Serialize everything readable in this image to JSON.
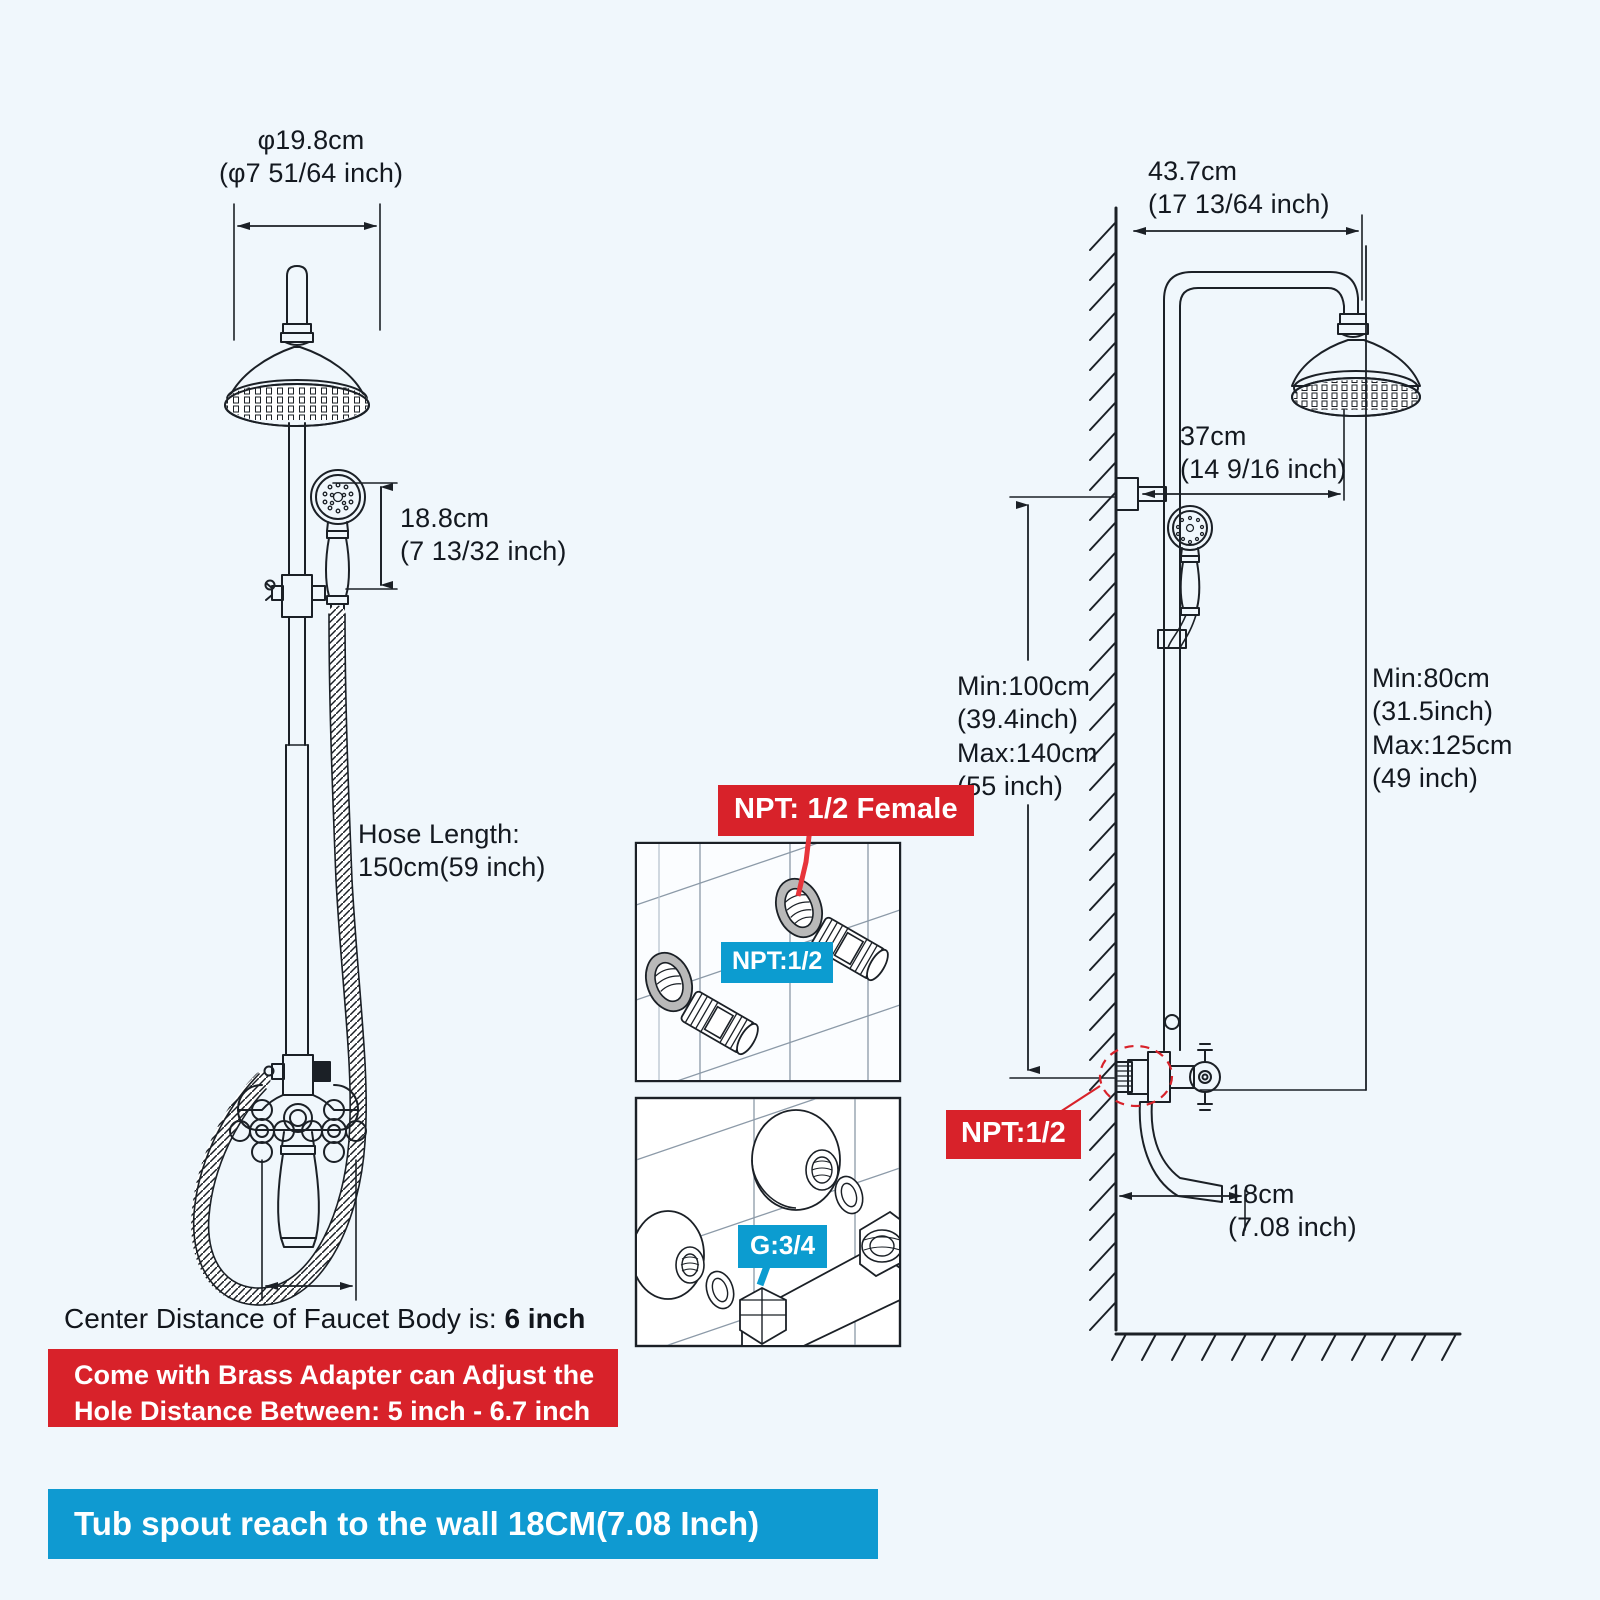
{
  "page": {
    "background_color": "#f0f7fc",
    "line_color": "#1b2026",
    "red": "#d8222a",
    "blue": "#0f9ad1",
    "badge_blue": "#0c9cd0"
  },
  "left_view": {
    "head_diameter": {
      "metric": "φ19.8cm",
      "imperial": "(φ7 51/64 inch)"
    },
    "handheld_height": {
      "metric": "18.8cm",
      "imperial": "(7 13/32 inch)"
    },
    "hose": {
      "label": "Hose Length:",
      "value": "150cm(59 inch)"
    },
    "center_distance": {
      "prefix": "Center Distance of Faucet Body is: ",
      "value": "6 inch"
    }
  },
  "right_view": {
    "arm_reach": {
      "metric": "43.7cm",
      "imperial": "(17 13/64 inch)"
    },
    "head_offset": {
      "metric": "37cm",
      "imperial": "(14 9/16 inch)"
    },
    "top_range": {
      "min": "Min:100cm",
      "min_imperial": "(39.4inch)",
      "max": "Max:140cm",
      "max_imperial": "(55 inch)"
    },
    "side_range": {
      "min": "Min:80cm",
      "min_imperial": "(31.5inch)",
      "max": "Max:125cm",
      "max_imperial": "(49 inch)"
    },
    "spout_reach": {
      "metric": "18cm",
      "imperial": "(7.08 inch)"
    },
    "inlet_thread": "NPT:1/2"
  },
  "insets": {
    "top": {
      "female_thread": "NPT: 1/2 Female",
      "male_thread": "NPT:1/2"
    },
    "bottom": {
      "thread": "G:3/4"
    }
  },
  "banners": {
    "adapter_line1": "Come with Brass Adapter can Adjust the",
    "adapter_line2_prefix": "Hole Distance Between: ",
    "adapter_line2_value": "5 inch - 6.7 inch",
    "tub_spout": "Tub spout reach to the wall 18CM(7.08 Inch)"
  }
}
